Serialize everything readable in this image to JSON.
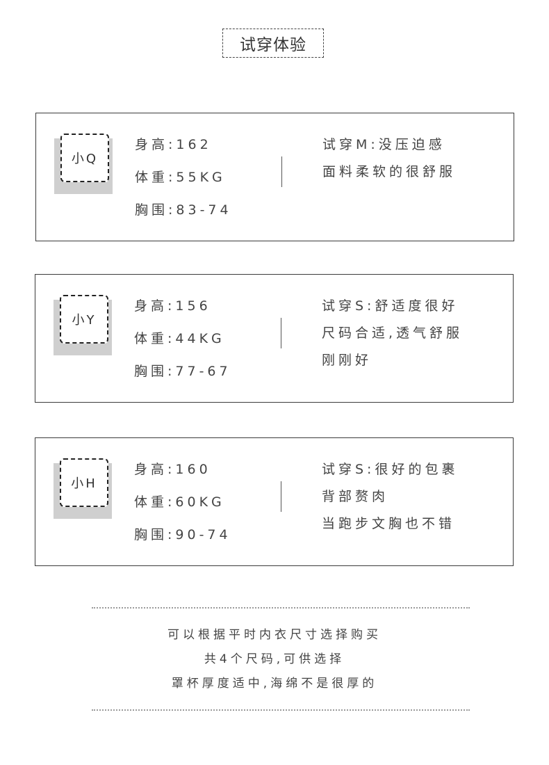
{
  "header": {
    "title": "试穿体验"
  },
  "cards": [
    {
      "name": "小Q",
      "stats": [
        "身高:162",
        "体重:55KG",
        "胸围:83-74"
      ],
      "notes": [
        "试穿M:没压迫感",
        "面料柔软的很舒服"
      ]
    },
    {
      "name": "小Y",
      "stats": [
        "身高:156",
        "体重:44KG",
        "胸围:77-67"
      ],
      "notes": [
        "试穿S:舒适度很好",
        "尺码合适,透气舒服",
        "刚刚好"
      ]
    },
    {
      "name": "小H",
      "stats": [
        "身高:160",
        "体重:60KG",
        "胸围:90-74"
      ],
      "notes": [
        "试穿S:很好的包裹",
        "背部赘肉",
        "当跑步文胸也不错"
      ]
    }
  ],
  "footer": {
    "lines": [
      "可以根据平时内衣尺寸选择购买",
      "共4个尺码,可供选择",
      "罩杯厚度适中,海绵不是很厚的"
    ]
  }
}
